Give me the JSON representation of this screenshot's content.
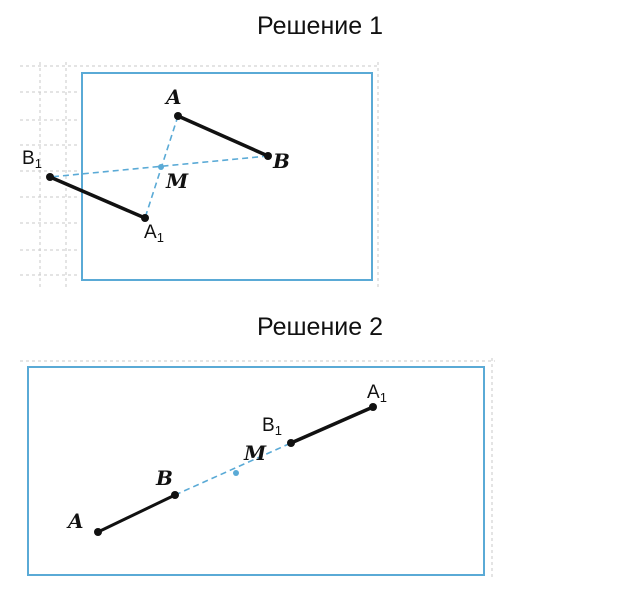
{
  "solution1": {
    "title": "Решение 1",
    "labels": {
      "A": "A",
      "B": "B",
      "M": "M",
      "B1": "B",
      "B1_sub": "1",
      "A1": "A",
      "A1_sub": "1"
    }
  },
  "solution2": {
    "title": "Решение 2",
    "labels": {
      "A": "A",
      "B": "B",
      "M": "M",
      "B1": "B",
      "B1_sub": "1",
      "A1": "A",
      "A1_sub": "1"
    }
  },
  "colors": {
    "frame": "#5aaad6",
    "segment": "#111111",
    "dashed": "#5aaad6",
    "grid": "#c8c8c8"
  }
}
